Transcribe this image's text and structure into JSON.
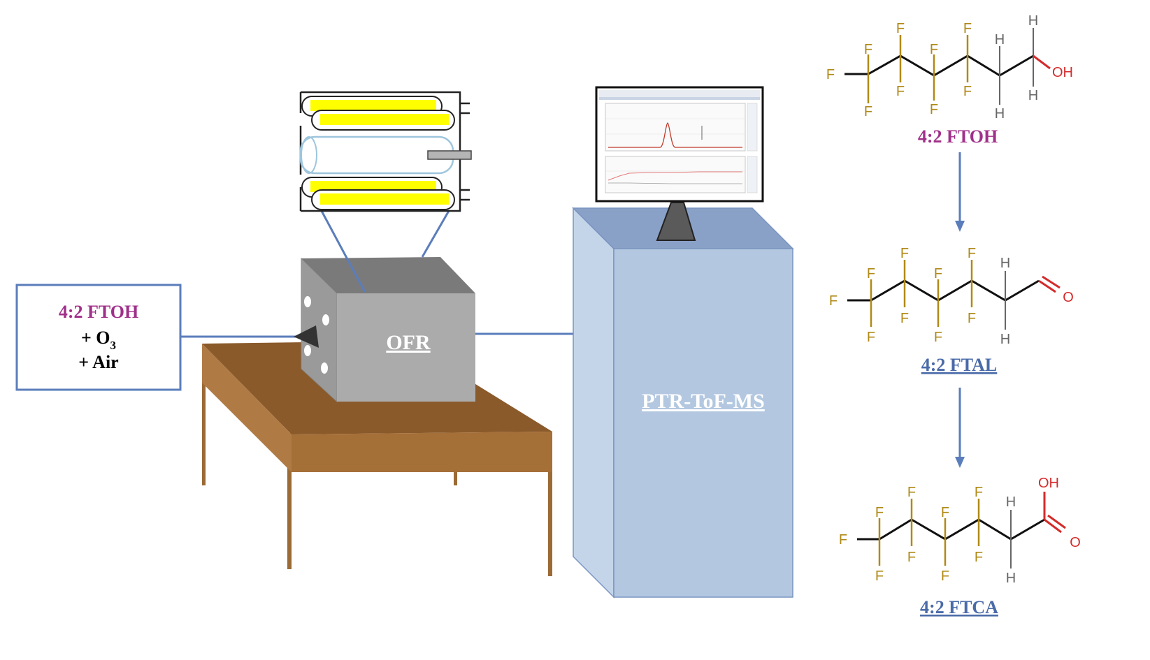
{
  "colors": {
    "reactant_purple": "#a0308a",
    "product_blue": "#4a6aa8",
    "line_blue": "#5b7dbb",
    "fluorine": "#b08a17",
    "oxygen": "#d42b2b",
    "hydrogen": "#666666",
    "bond": "#111111",
    "box_border": "#5b7dbb",
    "cube_front": "#ababab",
    "cube_top": "#7a7a7a",
    "cube_side": "#9a9a9a",
    "table_top": "#8a5a2b",
    "table_front": "#a56f38",
    "ptr_front": "#b3c8e0",
    "ptr_side": "#c4d5ea",
    "ptr_top": "#8aa1c7",
    "lamp_yellow": "#ffff00"
  },
  "inlet": {
    "line1": "4:2 FTOH",
    "line2_prefix": "+ O",
    "line2_sub": "3",
    "line3": "+ Air"
  },
  "reactor_label": "OFR",
  "instrument_label": "PTR-ToF-MS",
  "pathway": {
    "ftoh": {
      "label": "4:2 FTOH",
      "fluorines": [
        "F",
        "F",
        "F",
        "F",
        "F",
        "F",
        "F",
        "F",
        "F"
      ],
      "hydrogens": [
        "H",
        "H",
        "H",
        "H"
      ],
      "oxygen_groups": [
        "OH"
      ]
    },
    "ftal": {
      "label": "4:2 FTAL",
      "fluorines": [
        "F",
        "F",
        "F",
        "F",
        "F",
        "F",
        "F",
        "F",
        "F"
      ],
      "hydrogens": [
        "H",
        "H"
      ],
      "oxygen_groups": [
        "O"
      ]
    },
    "ftca": {
      "label": "4:2 FTCA",
      "fluorines": [
        "F",
        "F",
        "F",
        "F",
        "F",
        "F",
        "F",
        "F",
        "F"
      ],
      "hydrogens": [
        "H",
        "H"
      ],
      "oxygen_groups": [
        "OH",
        "O"
      ]
    }
  }
}
